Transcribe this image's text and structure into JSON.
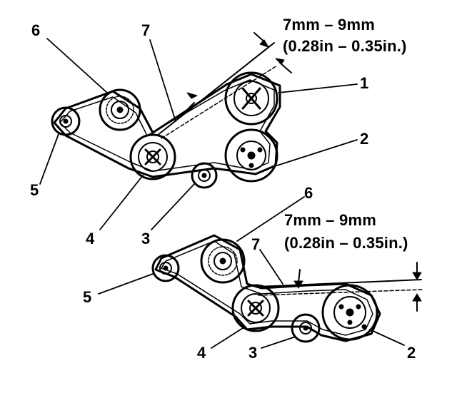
{
  "diagram": {
    "top": {
      "spec_mm": "7mm – 9mm",
      "spec_in": "(0.28in – 0.35in.)",
      "labels": {
        "n1": "1",
        "n2": "2",
        "n3": "3",
        "n4": "4",
        "n5": "5",
        "n6": "6",
        "n7": "7"
      }
    },
    "bottom": {
      "spec_mm": "7mm – 9mm",
      "spec_in": "(0.28in – 0.35in.)",
      "labels": {
        "n2": "2",
        "n3": "3",
        "n4": "4",
        "n5": "5",
        "n6": "6",
        "n7": "7"
      }
    }
  }
}
